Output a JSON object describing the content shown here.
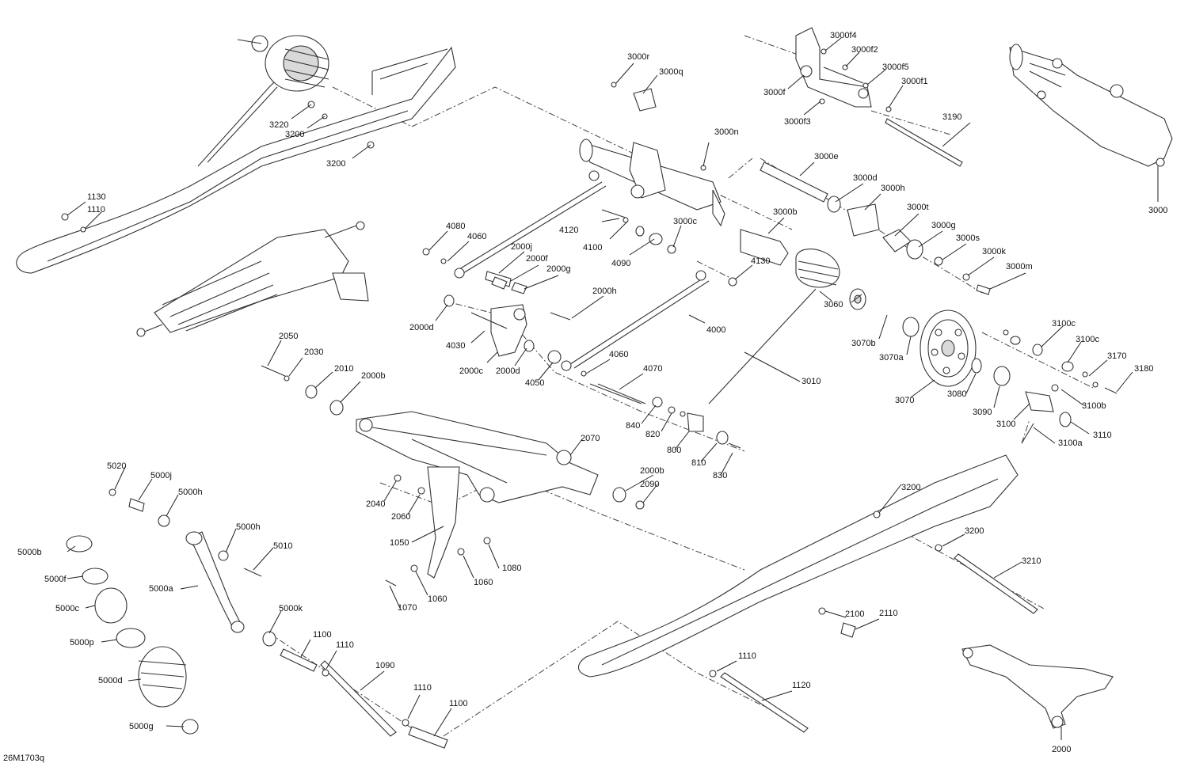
{
  "figure_id": "26M1703q",
  "callouts": {
    "c3220": "3220",
    "c3200a": "3200",
    "c3200b": "3200",
    "c1130": "1130",
    "c1110a": "1110",
    "c3000r": "3000r",
    "c3000q": "3000q",
    "c3000n": "3000n",
    "c3000f4": "3000f4",
    "c3000f2": "3000f2",
    "c3000f5": "3000f5",
    "c3000f1": "3000f1",
    "c3000f": "3000f",
    "c3000f3": "3000f3",
    "c3190": "3190",
    "c3000": "3000",
    "c3000e": "3000e",
    "c3000d": "3000d",
    "c3000h": "3000h",
    "c3000b": "3000b",
    "c3000t": "3000t",
    "c3000g": "3000g",
    "c3000s": "3000s",
    "c3000k": "3000k",
    "c3000m": "3000m",
    "c3000c": "3000c",
    "c4120": "4120",
    "c4100": "4100",
    "c4090": "4090",
    "c4130": "4130",
    "c4080": "4080",
    "c4060a": "4060",
    "c2000j": "2000j",
    "c2000f": "2000f",
    "c2000g": "2000g",
    "c2000h": "2000h",
    "c2000d": "2000d",
    "c4030": "4030",
    "c2000c": "2000c",
    "c2000d2": "2000d",
    "c4050": "4050",
    "c4060b": "4060",
    "c4000": "4000",
    "c4070": "4070",
    "c3060": "3060",
    "c3070b": "3070b",
    "c3070a": "3070a",
    "c3010": "3010",
    "c3070": "3070",
    "c3080": "3080",
    "c3090": "3090",
    "c3100c": "3100c",
    "c3100c2": "3100c",
    "c3170": "3170",
    "c3180": "3180",
    "c3100b": "3100b",
    "c3100": "3100",
    "c3110": "3110",
    "c3100a": "3100a",
    "c2050": "2050",
    "c2030": "2030",
    "c2010": "2010",
    "c2000b": "2000b",
    "c840": "840",
    "c820": "820",
    "c800": "800",
    "c810": "810",
    "c830": "830",
    "c2070": "2070",
    "c2000b2": "2000b",
    "c2090": "2090",
    "c2040": "2040",
    "c2060": "2060",
    "c3200c": "3200",
    "c3200d": "3200",
    "c3210": "3210",
    "c5020": "5020",
    "c5000j": "5000j",
    "c5000h": "5000h",
    "c5000h2": "5000h",
    "c5010": "5010",
    "c5000b": "5000b",
    "c5000f": "5000f",
    "c5000a": "5000a",
    "c5000c": "5000c",
    "c5000k": "5000k",
    "c5000p": "5000p",
    "c5000d": "5000d",
    "c5000g": "5000g",
    "c1050": "1050",
    "c1080": "1080",
    "c1060": "1060",
    "c1060b": "1060",
    "c1070": "1070",
    "c1100": "1100",
    "c1110b": "1110",
    "c1090": "1090",
    "c1110c": "1110",
    "c1100b": "1100",
    "c2100": "2100",
    "c2110": "2110",
    "c1110d": "1110",
    "c1120": "1120",
    "c2000": "2000"
  }
}
